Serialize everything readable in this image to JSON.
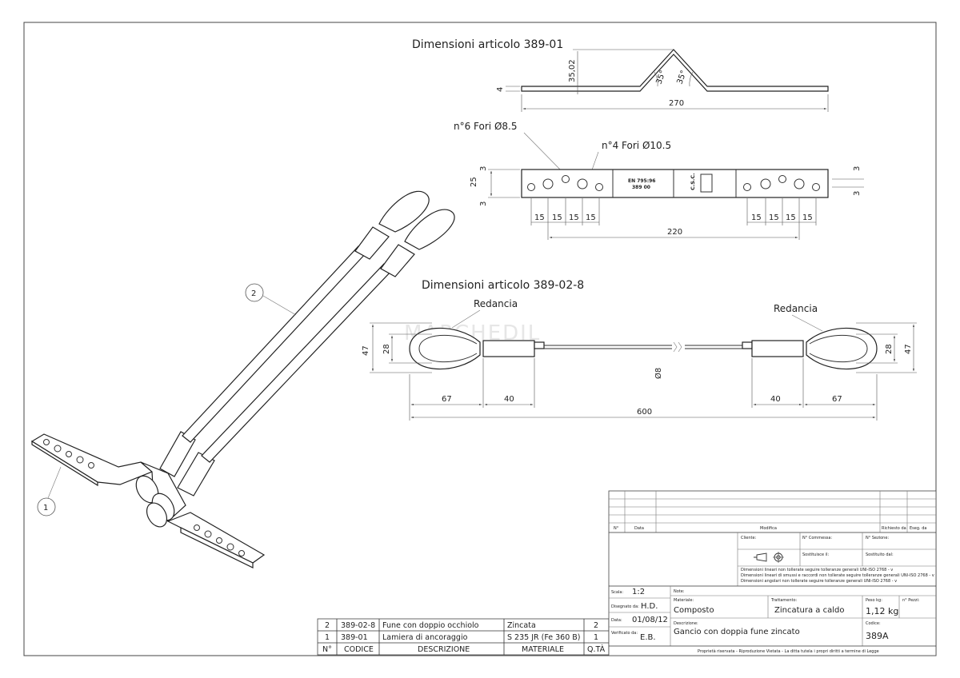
{
  "views": {
    "plate": {
      "title": "Dimensioni articolo 389-01",
      "thickness": "4",
      "height": "35,02",
      "angle_left": "35°",
      "angle_right": "35°",
      "length": "270",
      "holes_small": "n°6 Fori Ø8.5",
      "holes_large": "n°4 Fori Ø10.5",
      "stamp_en": "EN 795:96",
      "stamp_code": "389 00",
      "stamp_brand": "C.S.C.",
      "width": "25",
      "edge_top": "3",
      "edge_bottom": "3",
      "pitch": "15",
      "hole_span": "220"
    },
    "rope": {
      "title": "Dimensioni articolo 389-02-8",
      "thimble_label": "Redancia",
      "outer": "47",
      "inner": "28",
      "diameter": "Ø8",
      "eye": "67",
      "sleeve": "40",
      "total": "600",
      "watermark": "MARCHEDIL"
    }
  },
  "balloons": {
    "rope": "2",
    "plate": "1"
  },
  "bom": {
    "headers": [
      "N°",
      "CODICE",
      "DESCRIZIONE",
      "MATERIALE",
      "Q.TÀ"
    ],
    "rows": [
      [
        "2",
        "389-02-8",
        "Fune con doppio occhiolo",
        "Zincata",
        "2"
      ],
      [
        "1",
        "389-01",
        "Lamiera di ancoraggio",
        "S 235 JR (Fe 360 B)",
        "1"
      ]
    ]
  },
  "title_block": {
    "rev_headers": [
      "N°",
      "Data",
      "Modifica",
      "Richiesto da",
      "Eseg. da"
    ],
    "cliente": "Cliente:",
    "commessa": "N° Commessa:",
    "sezione": "N° Sezione:",
    "sostituisce": "Sostituisce il:",
    "sostituito": "Sostituito dal:",
    "tol1": "Dimensioni lineari non tollerate seguire tolleranze generali UNI-ISO 2768 - v",
    "tol2": "Dimensioni lineari di smussi e raccordi non tollerate seguire tolleranze generali UNI-ISO 2768 - v",
    "tol3": "Dimensioni angolari non tollerate seguire tolleranze generali UNI-ISO 2768 - v",
    "scala_label": "Scala:",
    "scala": "1:2",
    "disegnato_label": "Disegnato da:",
    "disegnato": "H.D.",
    "data_label": "Data:",
    "data": "01/08/12",
    "verificato_label": "Verificato da:",
    "verificato": "E.B.",
    "note_label": "Note:",
    "materiale_label": "Materiale:",
    "materiale": "Composto",
    "trattamento_label": "Trattamento:",
    "trattamento": "Zincatura a caldo",
    "peso_label": "Peso kg:",
    "peso": "1,12 kg",
    "pezzi_label": "n° Pezzi:",
    "descrizione_label": "Descrizione:",
    "descrizione": "Gancio con doppia fune zincato",
    "codice_label": "Codice:",
    "codice": "389A",
    "footer": "Proprietà riservata - Riproduzione Vietata - La ditta tutela i propri diritti a termine di Legge"
  }
}
